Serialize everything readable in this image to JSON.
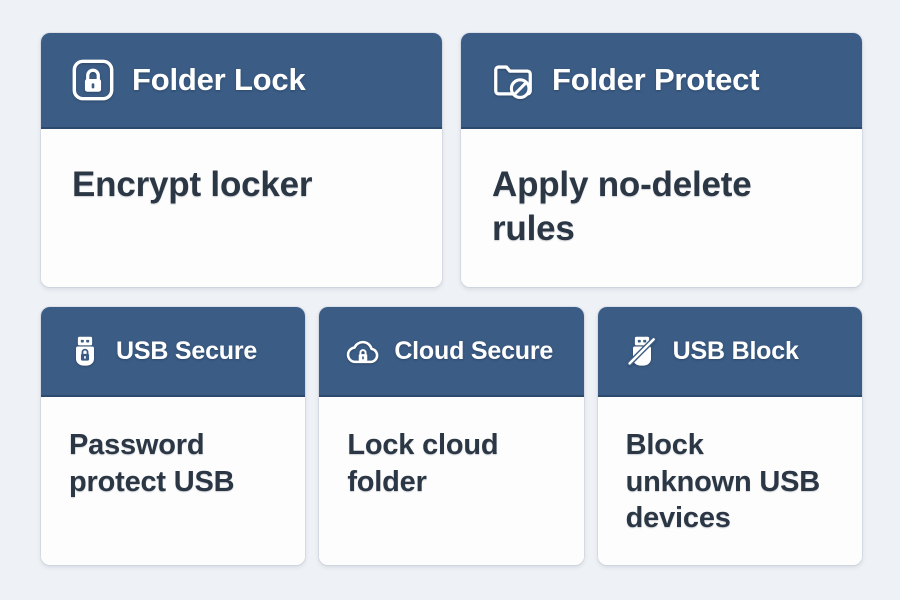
{
  "canvas": {
    "background_color": "#eef1f5",
    "card_background_color": "#fdfdfd",
    "header_color": "#3b5c85",
    "header_border_color": "#2c4a6d",
    "title_color": "#ffffff",
    "description_color": "#2b3744"
  },
  "rows": [
    {
      "name": "top-row",
      "cards": [
        {
          "id": "folder-lock",
          "title": "Folder Lock",
          "description": "Encrypt locker",
          "icon": "folder-lock-icon"
        },
        {
          "id": "folder-protect",
          "title": "Folder Protect",
          "description": "Apply no-delete\nrules",
          "icon": "folder-no-delete-icon"
        }
      ]
    },
    {
      "name": "bottom-row",
      "cards": [
        {
          "id": "usb-secure",
          "title": "USB Secure",
          "description": "Password\nprotect USB",
          "icon": "usb-lock-icon"
        },
        {
          "id": "cloud-secure",
          "title": "Cloud Secure",
          "description": "Lock cloud\nfolder",
          "icon": "cloud-lock-icon"
        },
        {
          "id": "usb-block",
          "title": "USB Block",
          "description": "Block\nunknown USB\ndevices",
          "icon": "usb-blocked-icon"
        }
      ]
    }
  ]
}
